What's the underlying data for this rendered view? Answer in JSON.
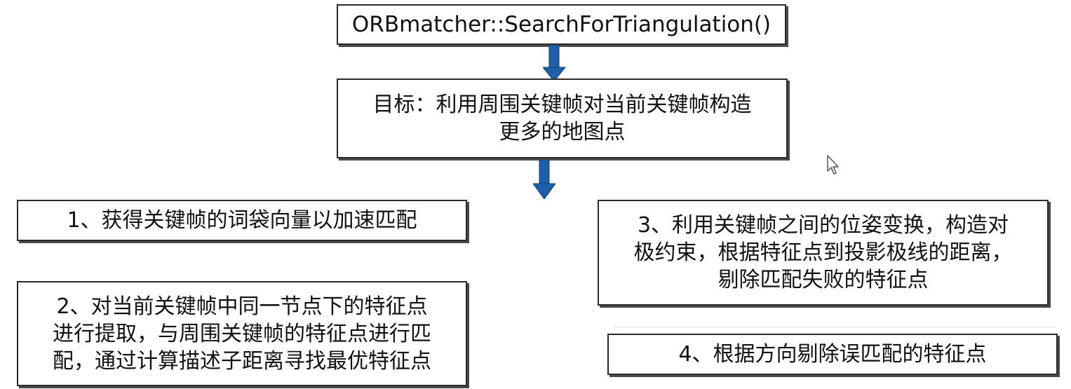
{
  "diagram": {
    "title_box": {
      "text": "ORBmatcher::SearchForTriangulation()"
    },
    "goal_box": {
      "text": "目标：利用周围关键帧对当前关键帧构造\n更多的地图点"
    },
    "steps": [
      {
        "text": "1、获得关键帧的词袋向量以加速匹配"
      },
      {
        "text": "2、对当前关键帧中同一节点下的特征点\n进行提取，与周围关键帧的特征点进行匹\n配，通过计算描述子距离寻找最优特征点"
      },
      {
        "text": "3、利用关键帧之间的位姿变换，构造对\n极约束，根据特征点到投影极线的距离，\n剔除匹配失败的特征点"
      },
      {
        "text": "4、根据方向剔除误匹配的特征点"
      }
    ],
    "arrow_color": "#1f5fa8",
    "border_color": "#2a2a2a",
    "cursor_icon": "mouse-pointer-icon"
  }
}
